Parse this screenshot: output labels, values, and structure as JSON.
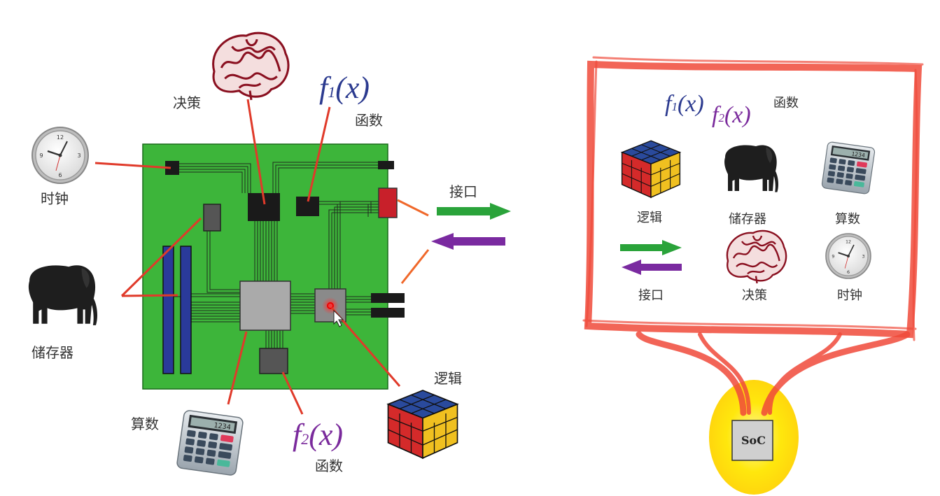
{
  "left_diagram": {
    "labels": {
      "decision": "决策",
      "function_1": "函数",
      "clock": "时钟",
      "interface": "接口",
      "storage": "储存器",
      "arithmetic": "算数",
      "function_2": "函数",
      "logic": "逻辑"
    },
    "formulas": {
      "f1": {
        "base": "f",
        "sub": "1",
        "arg": "(x)"
      },
      "f2": {
        "base": "f",
        "sub": "2",
        "arg": "(x)"
      }
    }
  },
  "right_diagram": {
    "labels": {
      "function": "函数",
      "logic": "逻辑",
      "storage": "储存器",
      "arithmetic": "算数",
      "interface": "接口",
      "decision": "决策",
      "clock": "时钟"
    },
    "formulas": {
      "f1": {
        "base": "f",
        "sub": "1",
        "arg": "(x)"
      },
      "f2": {
        "base": "f",
        "sub": "2",
        "arg": "(x)"
      }
    },
    "chip_label": "SoC"
  },
  "colors": {
    "board": "#3db53a",
    "callout_line": "#e03a2a",
    "blue_formula": "#2b3a8f",
    "purple_formula": "#7a2a9c",
    "green_arrow": "#2aa33a",
    "purple_arrow": "#7a2aa0",
    "frame": "#f04a3a",
    "glow": "#ffe800"
  },
  "icons": [
    "brain-icon",
    "clock-icon",
    "elephant-icon",
    "calculator-icon",
    "rubiks-cube-icon",
    "arrow-right-icon",
    "arrow-left-icon"
  ]
}
